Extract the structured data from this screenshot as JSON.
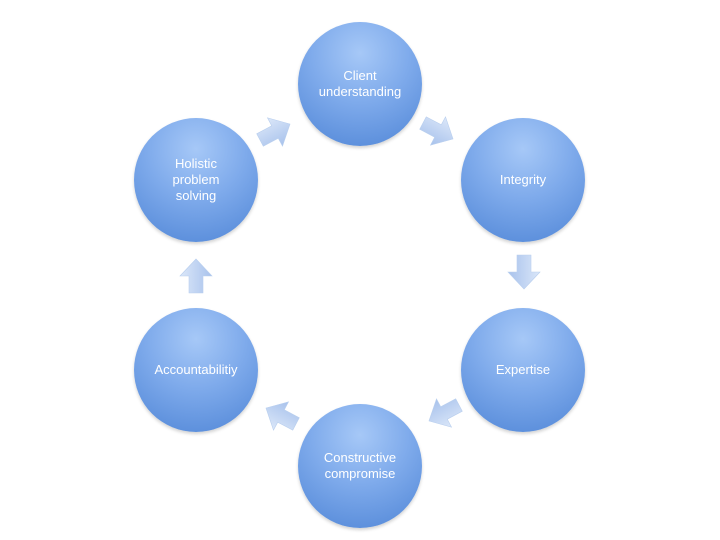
{
  "nodes": [
    {
      "label": "Client\nunderstanding"
    },
    {
      "label": "Integrity"
    },
    {
      "label": "Expertise"
    },
    {
      "label": "Constructive\ncompromise"
    },
    {
      "label": "Accountabilitiy"
    },
    {
      "label": "Holistic\nproblem\nsolving"
    }
  ],
  "colors": {
    "node_light": "#a6c8f7",
    "node_dark": "#4f85d6",
    "arrow_light": "#d3e2f8",
    "arrow_dark": "#a9c3ec"
  }
}
